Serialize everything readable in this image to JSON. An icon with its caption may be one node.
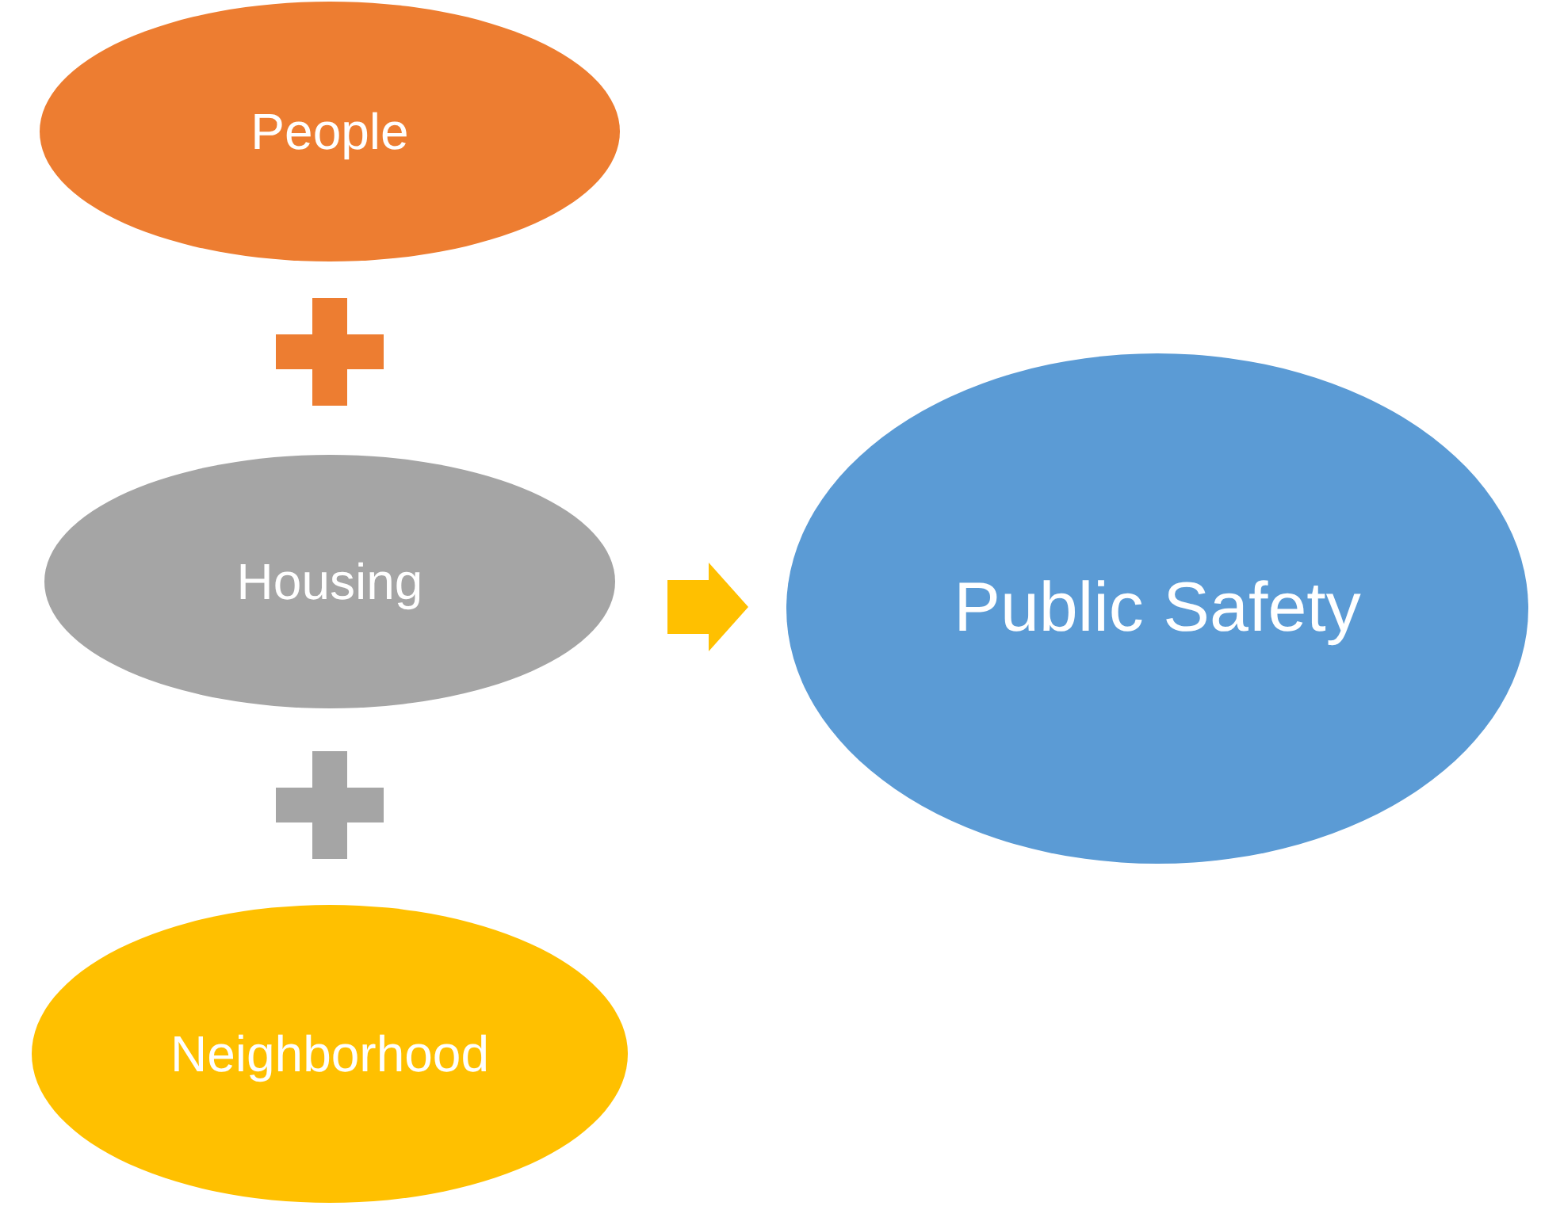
{
  "diagram": {
    "nodes": [
      {
        "text": [
          "People"
        ]
      },
      {
        "text": [
          "Housing"
        ]
      },
      {
        "text": [
          "Neighborhood"
        ]
      },
      {
        "text": [
          "Public Safety"
        ]
      }
    ],
    "edges": [
      {
        "from": 1,
        "to": 3,
        "arrow": "to",
        "color": "#ffc000"
      }
    ]
  }
}
